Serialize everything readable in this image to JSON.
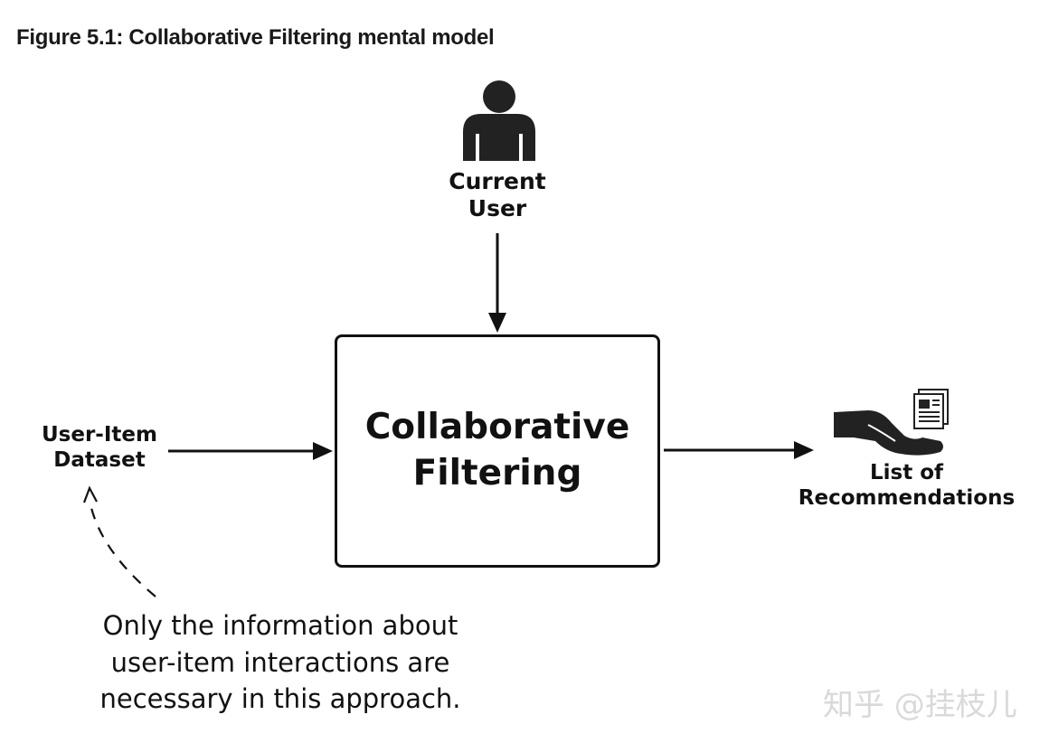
{
  "figure_title": "Figure 5.1: Collaborative Filtering mental model",
  "nodes": {
    "current_user": {
      "line1": "Current",
      "line2": "User",
      "icon": "person-icon"
    },
    "dataset": {
      "line1": "User-Item",
      "line2": "Dataset"
    },
    "process": {
      "line1": "Collaborative",
      "line2": "Filtering"
    },
    "output": {
      "line1": "List of",
      "line2": "Recommendations",
      "icon": "hand-with-documents-icon"
    }
  },
  "edges": [
    {
      "from": "current_user",
      "to": "process",
      "style": "solid"
    },
    {
      "from": "dataset",
      "to": "process",
      "style": "solid"
    },
    {
      "from": "process",
      "to": "output",
      "style": "solid"
    },
    {
      "from": "note",
      "to": "dataset",
      "style": "dashed"
    }
  ],
  "annotation": {
    "line1": "Only the information about",
    "line2": "user-item interactions are",
    "line3": "necessary in this approach."
  },
  "watermark": "知乎 @挂枝儿",
  "colors": {
    "ink": "#111111",
    "watermark": "#d9d9d9",
    "icon": "#222222"
  }
}
